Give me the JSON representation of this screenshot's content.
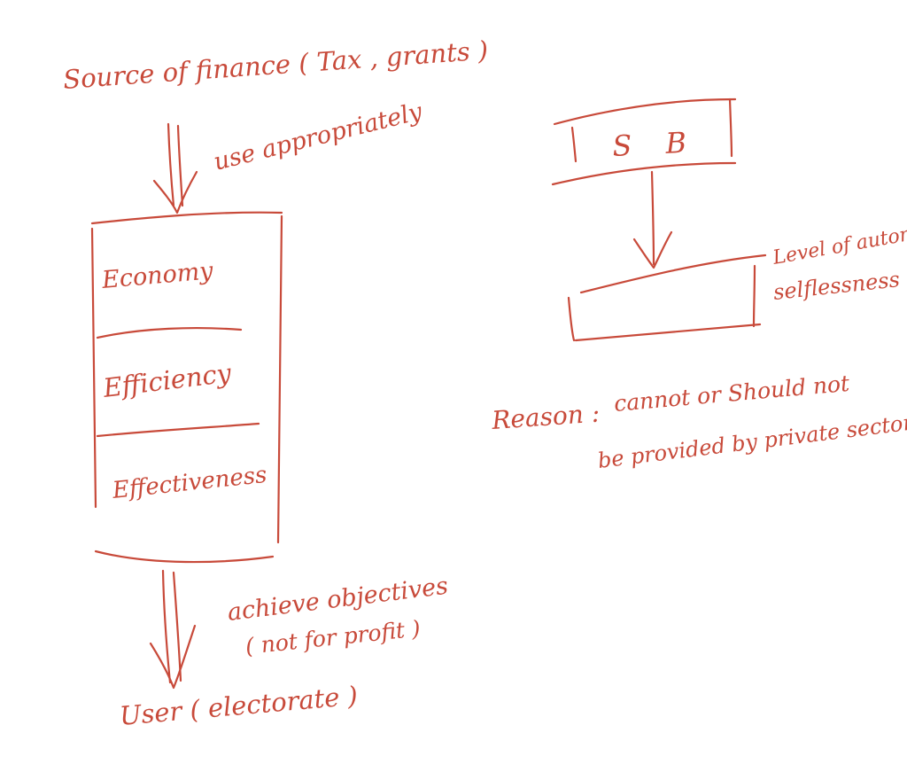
{
  "left_flow": {
    "source_label": "Source of finance ( Tax , grants )",
    "use_label": "use appropriately",
    "box_items": [
      "Economy",
      "Efficiency",
      "Effectiveness"
    ],
    "achieve_line1": "achieve objectives",
    "achieve_line2": "( not for profit )",
    "user_label": "User ( electorate )"
  },
  "right_flow": {
    "top_box_label": "S B",
    "side_line1": "Level of autonomy",
    "side_line2": "selflessness",
    "reason_label": "Reason :",
    "reason_line1": "cannot or Should not",
    "reason_line2": "be provided by private sectors"
  },
  "colors": {
    "ink": "#c84a3a"
  }
}
